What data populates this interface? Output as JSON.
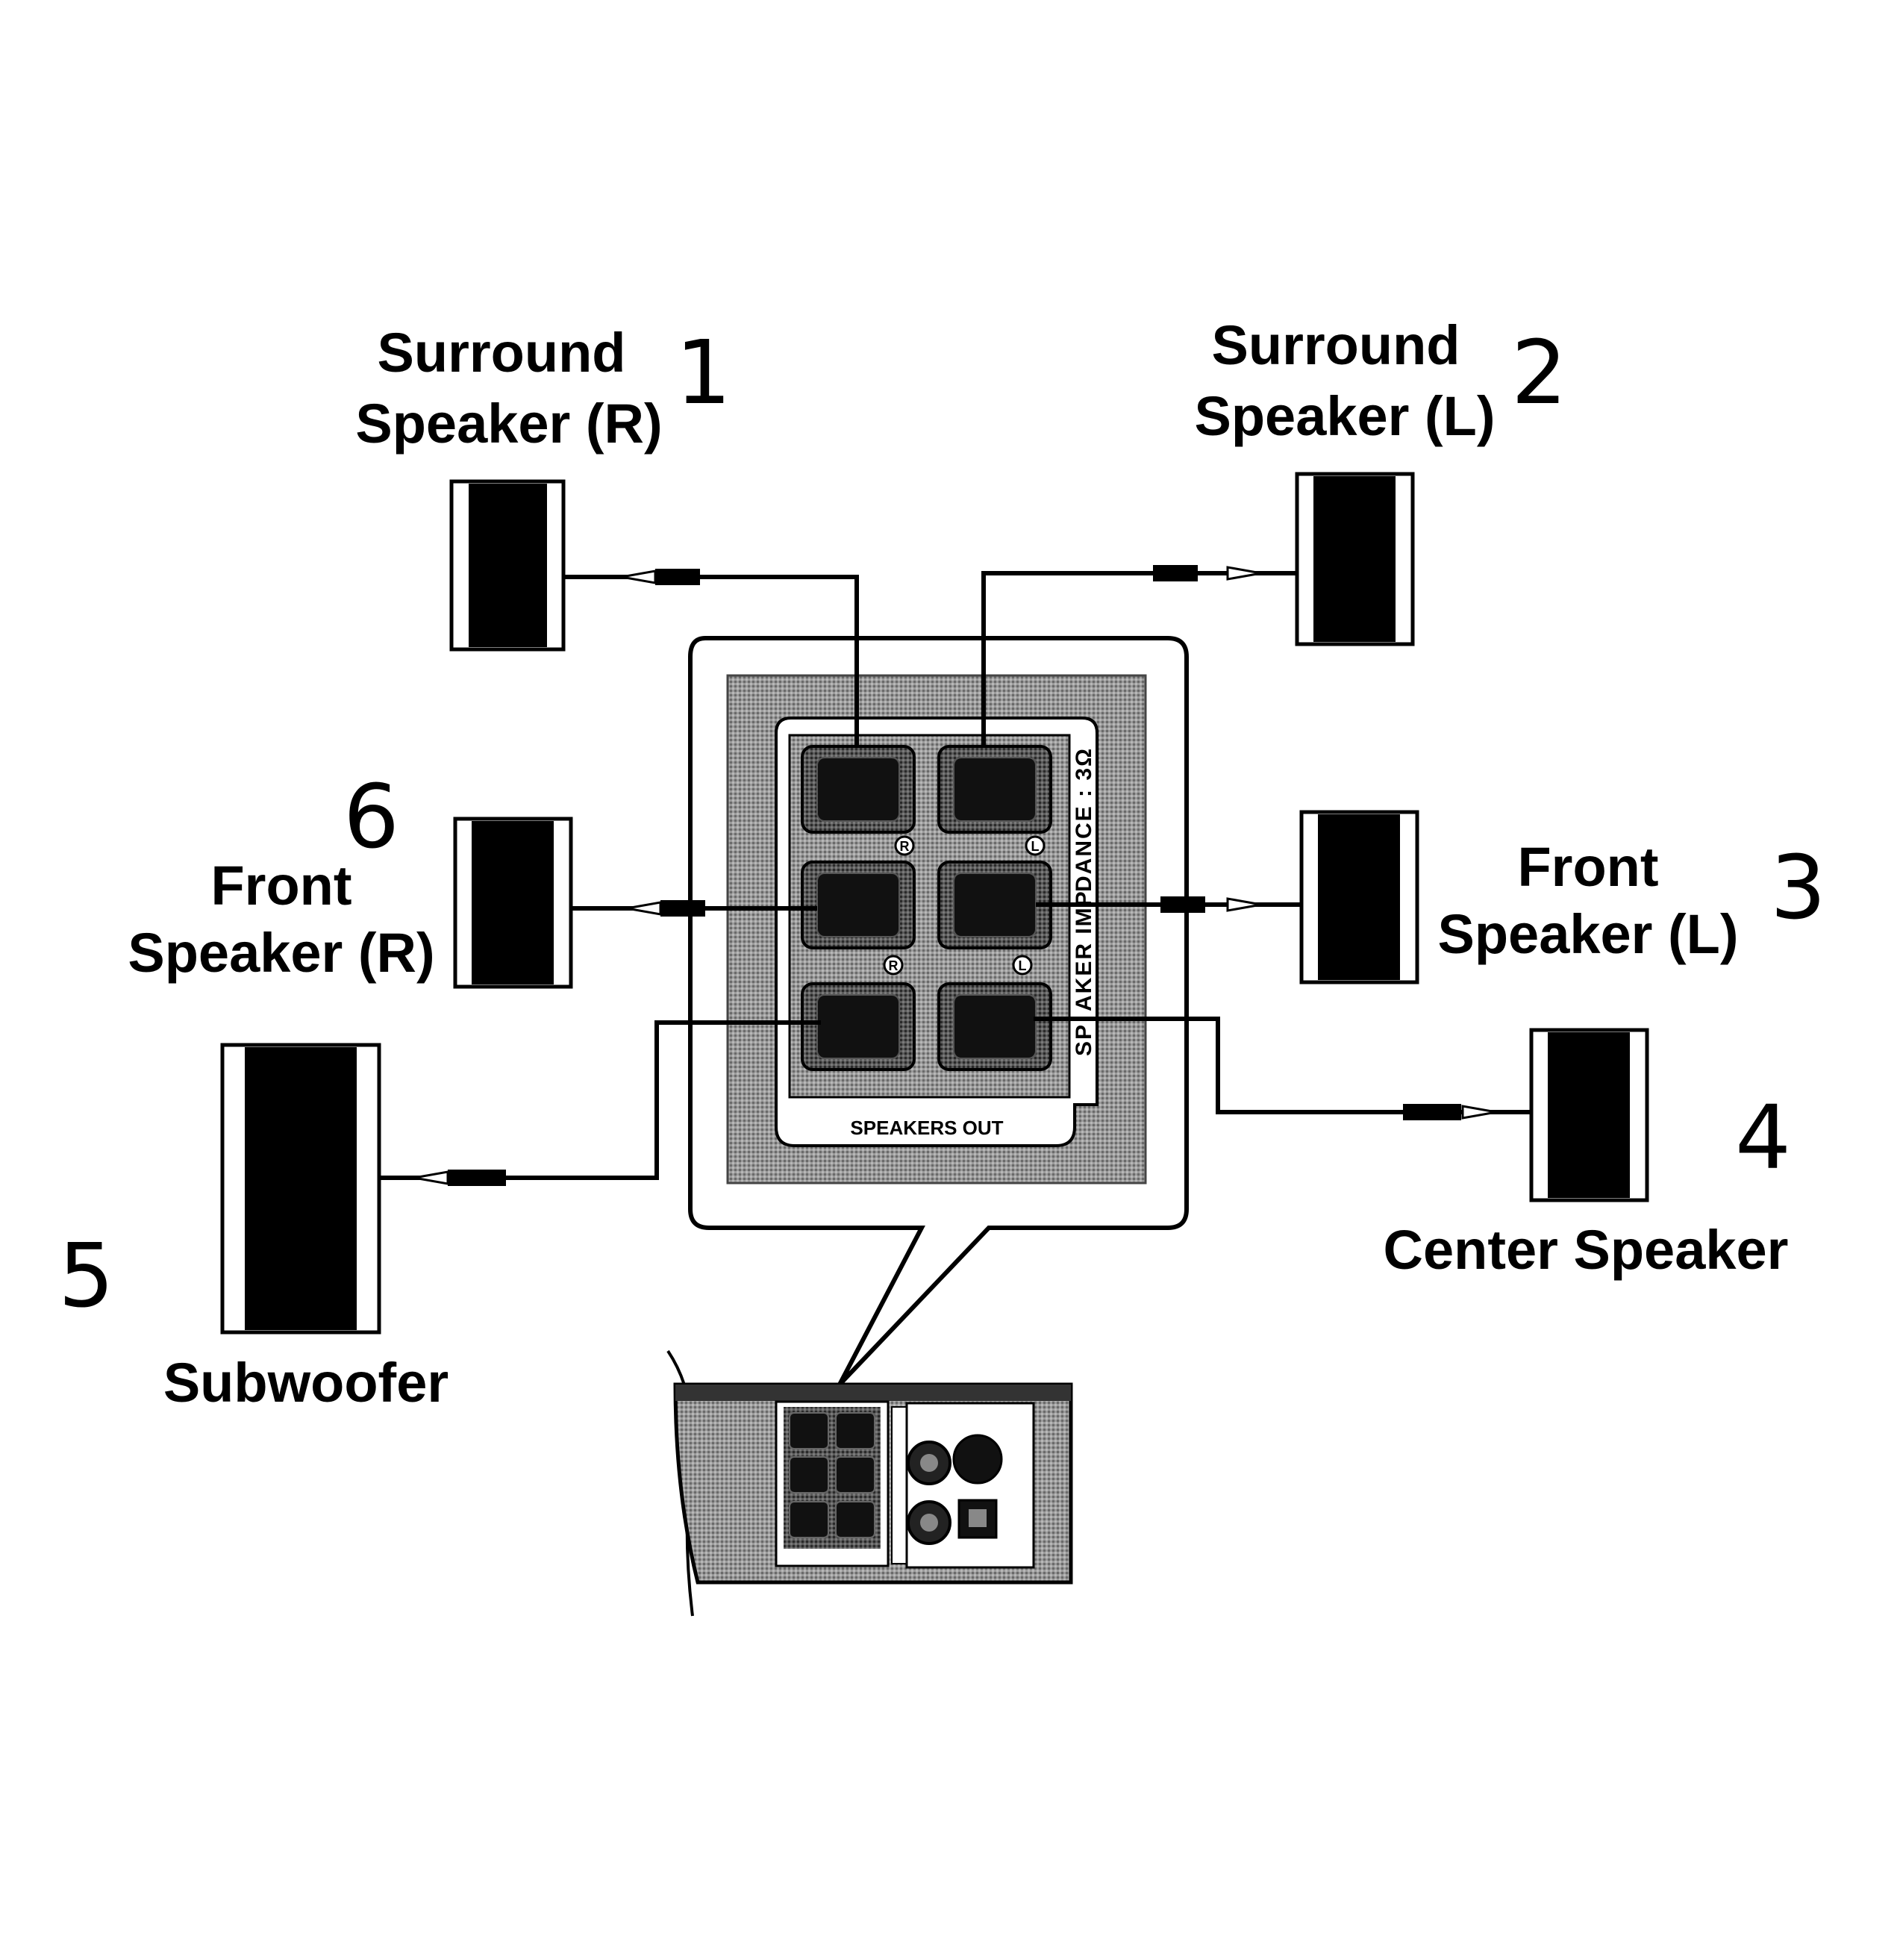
{
  "speakers": {
    "surround_r": {
      "line1": "Surround",
      "line2": "Speaker (R)",
      "number": "1"
    },
    "surround_l": {
      "line1": "Surround",
      "line2": "Speaker (L)",
      "number": "2"
    },
    "front_l": {
      "line1": "Front",
      "line2": "Speaker (L)",
      "number": "3"
    },
    "center": {
      "line1": "Center Speaker",
      "number": "4"
    },
    "subwoofer": {
      "line1": "Subwoofer",
      "number": "5"
    },
    "front_r": {
      "line1": "Front",
      "line2": "Speaker (R)",
      "number": "6"
    }
  },
  "panel": {
    "speakers_out": "SPEAKERS OUT",
    "impedance_part1": "SP",
    "impedance_part2": "AKER IMP",
    "impedance_part3": "DANCE : 3Ω",
    "badge_r": "R",
    "badge_l": "L"
  },
  "colors": {
    "ink": "#000000",
    "panel_gray": "#8e8e8e",
    "paper": "#ffffff"
  }
}
